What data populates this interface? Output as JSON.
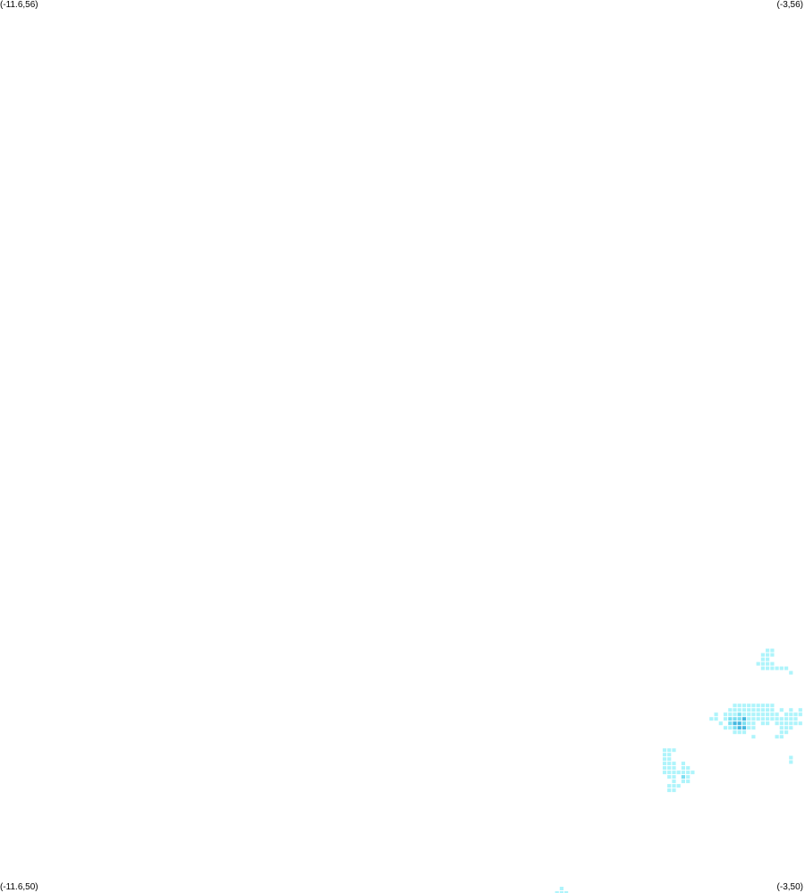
{
  "corners": {
    "top_left": "(-11.6,56)",
    "top_right": "(-3,56)",
    "bottom_left": "(-11.6,50)",
    "bottom_right": "(-3,50)"
  },
  "colors": {
    "background": "#ffffff",
    "cell_low": "#aef4fb",
    "cell_mid": "#7cdff2",
    "cell_high": "#45b8e0"
  },
  "chart_data": {
    "type": "heatmap",
    "x_range": [
      -11.6,
      -3
    ],
    "y_range": [
      50,
      56
    ],
    "cell_size_deg": [
      0.05,
      0.03
    ],
    "levels": [
      1,
      2,
      3
    ],
    "cells": [
      {
        "x": -3.4,
        "y": 51.63,
        "v": 1
      },
      {
        "x": -3.35,
        "y": 51.63,
        "v": 1
      },
      {
        "x": -3.45,
        "y": 51.6,
        "v": 1
      },
      {
        "x": -3.4,
        "y": 51.6,
        "v": 1
      },
      {
        "x": -3.35,
        "y": 51.6,
        "v": 1
      },
      {
        "x": -3.45,
        "y": 51.57,
        "v": 1
      },
      {
        "x": -3.4,
        "y": 51.57,
        "v": 1
      },
      {
        "x": -3.5,
        "y": 51.54,
        "v": 1
      },
      {
        "x": -3.45,
        "y": 51.54,
        "v": 1
      },
      {
        "x": -3.4,
        "y": 51.54,
        "v": 1
      },
      {
        "x": -3.35,
        "y": 51.54,
        "v": 1
      },
      {
        "x": -3.45,
        "y": 51.51,
        "v": 1
      },
      {
        "x": -3.4,
        "y": 51.51,
        "v": 1
      },
      {
        "x": -3.35,
        "y": 51.51,
        "v": 1
      },
      {
        "x": -3.3,
        "y": 51.51,
        "v": 1
      },
      {
        "x": -3.25,
        "y": 51.51,
        "v": 1
      },
      {
        "x": -3.2,
        "y": 51.51,
        "v": 1
      },
      {
        "x": -3.15,
        "y": 51.48,
        "v": 1
      },
      {
        "x": -3.75,
        "y": 51.26,
        "v": 1
      },
      {
        "x": -3.7,
        "y": 51.26,
        "v": 1
      },
      {
        "x": -3.65,
        "y": 51.26,
        "v": 1
      },
      {
        "x": -3.6,
        "y": 51.26,
        "v": 1
      },
      {
        "x": -3.55,
        "y": 51.26,
        "v": 1
      },
      {
        "x": -3.5,
        "y": 51.26,
        "v": 1
      },
      {
        "x": -3.45,
        "y": 51.26,
        "v": 1
      },
      {
        "x": -3.4,
        "y": 51.26,
        "v": 1
      },
      {
        "x": -3.35,
        "y": 51.26,
        "v": 1
      },
      {
        "x": -3.8,
        "y": 51.23,
        "v": 1
      },
      {
        "x": -3.75,
        "y": 51.23,
        "v": 1
      },
      {
        "x": -3.7,
        "y": 51.23,
        "v": 1
      },
      {
        "x": -3.65,
        "y": 51.23,
        "v": 1
      },
      {
        "x": -3.6,
        "y": 51.23,
        "v": 1
      },
      {
        "x": -3.55,
        "y": 51.23,
        "v": 1
      },
      {
        "x": -3.5,
        "y": 51.23,
        "v": 1
      },
      {
        "x": -3.45,
        "y": 51.23,
        "v": 1
      },
      {
        "x": -3.4,
        "y": 51.23,
        "v": 1
      },
      {
        "x": -3.35,
        "y": 51.23,
        "v": 1
      },
      {
        "x": -3.25,
        "y": 51.23,
        "v": 1
      },
      {
        "x": -3.15,
        "y": 51.23,
        "v": 1
      },
      {
        "x": -3.05,
        "y": 51.23,
        "v": 1
      },
      {
        "x": -3.95,
        "y": 51.2,
        "v": 1
      },
      {
        "x": -3.85,
        "y": 51.2,
        "v": 1
      },
      {
        "x": -3.8,
        "y": 51.2,
        "v": 1
      },
      {
        "x": -3.75,
        "y": 51.2,
        "v": 1
      },
      {
        "x": -3.7,
        "y": 51.2,
        "v": 2
      },
      {
        "x": -3.65,
        "y": 51.2,
        "v": 1
      },
      {
        "x": -3.6,
        "y": 51.2,
        "v": 1
      },
      {
        "x": -3.55,
        "y": 51.2,
        "v": 1
      },
      {
        "x": -3.5,
        "y": 51.2,
        "v": 1
      },
      {
        "x": -3.45,
        "y": 51.2,
        "v": 1
      },
      {
        "x": -3.4,
        "y": 51.2,
        "v": 1
      },
      {
        "x": -3.35,
        "y": 51.2,
        "v": 1
      },
      {
        "x": -3.3,
        "y": 51.2,
        "v": 1
      },
      {
        "x": -3.2,
        "y": 51.2,
        "v": 1
      },
      {
        "x": -3.15,
        "y": 51.2,
        "v": 1
      },
      {
        "x": -3.1,
        "y": 51.2,
        "v": 1
      },
      {
        "x": -3.05,
        "y": 51.2,
        "v": 1
      },
      {
        "x": -4.0,
        "y": 51.17,
        "v": 1
      },
      {
        "x": -3.95,
        "y": 51.17,
        "v": 1
      },
      {
        "x": -3.85,
        "y": 51.17,
        "v": 1
      },
      {
        "x": -3.8,
        "y": 51.17,
        "v": 2
      },
      {
        "x": -3.75,
        "y": 51.17,
        "v": 2
      },
      {
        "x": -3.7,
        "y": 51.17,
        "v": 2
      },
      {
        "x": -3.65,
        "y": 51.17,
        "v": 3
      },
      {
        "x": -3.6,
        "y": 51.17,
        "v": 1
      },
      {
        "x": -3.55,
        "y": 51.17,
        "v": 1
      },
      {
        "x": -3.5,
        "y": 51.17,
        "v": 1
      },
      {
        "x": -3.45,
        "y": 51.17,
        "v": 1
      },
      {
        "x": -3.4,
        "y": 51.17,
        "v": 1
      },
      {
        "x": -3.35,
        "y": 51.17,
        "v": 1
      },
      {
        "x": -3.3,
        "y": 51.17,
        "v": 1
      },
      {
        "x": -3.25,
        "y": 51.17,
        "v": 1
      },
      {
        "x": -3.2,
        "y": 51.17,
        "v": 1
      },
      {
        "x": -3.15,
        "y": 51.17,
        "v": 1
      },
      {
        "x": -3.1,
        "y": 51.17,
        "v": 1
      },
      {
        "x": -3.9,
        "y": 51.14,
        "v": 1
      },
      {
        "x": -3.8,
        "y": 51.14,
        "v": 2
      },
      {
        "x": -3.75,
        "y": 51.14,
        "v": 3
      },
      {
        "x": -3.7,
        "y": 51.14,
        "v": 3
      },
      {
        "x": -3.65,
        "y": 51.14,
        "v": 2
      },
      {
        "x": -3.6,
        "y": 51.14,
        "v": 1
      },
      {
        "x": -3.55,
        "y": 51.14,
        "v": 1
      },
      {
        "x": -3.45,
        "y": 51.14,
        "v": 1
      },
      {
        "x": -3.4,
        "y": 51.14,
        "v": 1
      },
      {
        "x": -3.3,
        "y": 51.14,
        "v": 1
      },
      {
        "x": -3.25,
        "y": 51.14,
        "v": 1
      },
      {
        "x": -3.2,
        "y": 51.14,
        "v": 1
      },
      {
        "x": -3.15,
        "y": 51.14,
        "v": 1
      },
      {
        "x": -3.1,
        "y": 51.14,
        "v": 1
      },
      {
        "x": -3.05,
        "y": 51.14,
        "v": 1
      },
      {
        "x": -3.85,
        "y": 51.11,
        "v": 1
      },
      {
        "x": -3.8,
        "y": 51.11,
        "v": 1
      },
      {
        "x": -3.75,
        "y": 51.11,
        "v": 2
      },
      {
        "x": -3.7,
        "y": 51.11,
        "v": 3
      },
      {
        "x": -3.65,
        "y": 51.11,
        "v": 3
      },
      {
        "x": -3.6,
        "y": 51.11,
        "v": 1
      },
      {
        "x": -3.55,
        "y": 51.11,
        "v": 1
      },
      {
        "x": -3.25,
        "y": 51.11,
        "v": 1
      },
      {
        "x": -3.2,
        "y": 51.11,
        "v": 1
      },
      {
        "x": -3.15,
        "y": 51.11,
        "v": 1
      },
      {
        "x": -3.75,
        "y": 51.08,
        "v": 1
      },
      {
        "x": -3.7,
        "y": 51.08,
        "v": 1
      },
      {
        "x": -3.65,
        "y": 51.08,
        "v": 1
      },
      {
        "x": -3.25,
        "y": 51.08,
        "v": 1
      },
      {
        "x": -3.2,
        "y": 51.08,
        "v": 1
      },
      {
        "x": -3.55,
        "y": 51.05,
        "v": 1
      },
      {
        "x": -3.3,
        "y": 51.05,
        "v": 1
      },
      {
        "x": -3.25,
        "y": 51.05,
        "v": 1
      },
      {
        "x": -3.15,
        "y": 50.91,
        "v": 1
      },
      {
        "x": -3.15,
        "y": 50.88,
        "v": 1
      },
      {
        "x": -4.5,
        "y": 50.96,
        "v": 1
      },
      {
        "x": -4.45,
        "y": 50.96,
        "v": 1
      },
      {
        "x": -4.4,
        "y": 50.96,
        "v": 1
      },
      {
        "x": -4.5,
        "y": 50.93,
        "v": 1
      },
      {
        "x": -4.45,
        "y": 50.93,
        "v": 1
      },
      {
        "x": -4.5,
        "y": 50.9,
        "v": 1
      },
      {
        "x": -4.45,
        "y": 50.9,
        "v": 1
      },
      {
        "x": -4.5,
        "y": 50.87,
        "v": 1
      },
      {
        "x": -4.45,
        "y": 50.87,
        "v": 1
      },
      {
        "x": -4.4,
        "y": 50.87,
        "v": 1
      },
      {
        "x": -4.3,
        "y": 50.87,
        "v": 1
      },
      {
        "x": -4.5,
        "y": 50.84,
        "v": 1
      },
      {
        "x": -4.45,
        "y": 50.84,
        "v": 1
      },
      {
        "x": -4.4,
        "y": 50.84,
        "v": 1
      },
      {
        "x": -4.3,
        "y": 50.84,
        "v": 1
      },
      {
        "x": -4.25,
        "y": 50.84,
        "v": 1
      },
      {
        "x": -4.5,
        "y": 50.81,
        "v": 1
      },
      {
        "x": -4.45,
        "y": 50.81,
        "v": 1
      },
      {
        "x": -4.4,
        "y": 50.81,
        "v": 1
      },
      {
        "x": -4.35,
        "y": 50.81,
        "v": 1
      },
      {
        "x": -4.3,
        "y": 50.81,
        "v": 1
      },
      {
        "x": -4.25,
        "y": 50.81,
        "v": 1
      },
      {
        "x": -4.2,
        "y": 50.81,
        "v": 1
      },
      {
        "x": -4.45,
        "y": 50.78,
        "v": 1
      },
      {
        "x": -4.4,
        "y": 50.78,
        "v": 1
      },
      {
        "x": -4.3,
        "y": 50.78,
        "v": 2
      },
      {
        "x": -4.25,
        "y": 50.78,
        "v": 1
      },
      {
        "x": -4.4,
        "y": 50.75,
        "v": 1
      },
      {
        "x": -4.3,
        "y": 50.75,
        "v": 1
      },
      {
        "x": -4.25,
        "y": 50.75,
        "v": 1
      },
      {
        "x": -4.45,
        "y": 50.72,
        "v": 1
      },
      {
        "x": -4.4,
        "y": 50.72,
        "v": 1
      },
      {
        "x": -4.35,
        "y": 50.72,
        "v": 1
      },
      {
        "x": -4.45,
        "y": 50.69,
        "v": 1
      },
      {
        "x": -4.4,
        "y": 50.69,
        "v": 1
      },
      {
        "x": -5.6,
        "y": 50.03,
        "v": 1
      },
      {
        "x": -5.65,
        "y": 50.0,
        "v": 1
      },
      {
        "x": -5.6,
        "y": 50.0,
        "v": 1
      },
      {
        "x": -5.55,
        "y": 50.0,
        "v": 1
      }
    ]
  }
}
